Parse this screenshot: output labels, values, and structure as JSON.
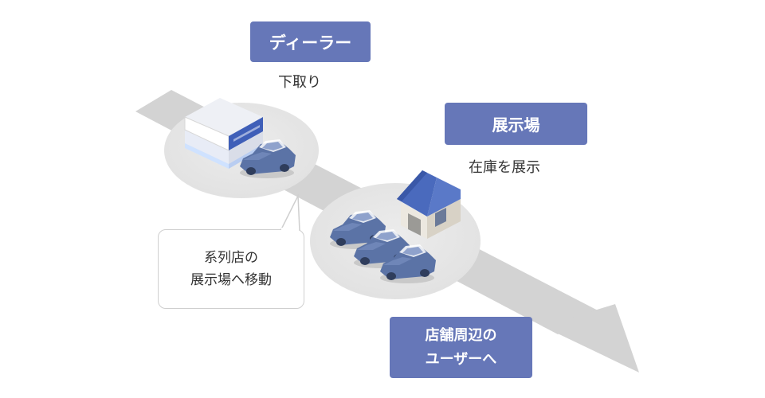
{
  "nodes": {
    "dealer": {
      "title": "ディーラー",
      "subtitle": "下取り"
    },
    "showroom": {
      "title": "展示場",
      "subtitle": "在庫を展示"
    },
    "users": {
      "title_lines": [
        "店舗周辺の",
        "ユーザーへ"
      ]
    }
  },
  "callout": {
    "lines": [
      "系列店の",
      "展示場へ移動"
    ]
  },
  "colors": {
    "label_bg": "#6677b8",
    "arrow": "#d3d3d3",
    "platform": "#e6e6e6",
    "car": "#5b73a6",
    "roof": "#4a6abd"
  },
  "icons": [
    "dealer-building-icon",
    "car-icon",
    "house-icon"
  ]
}
